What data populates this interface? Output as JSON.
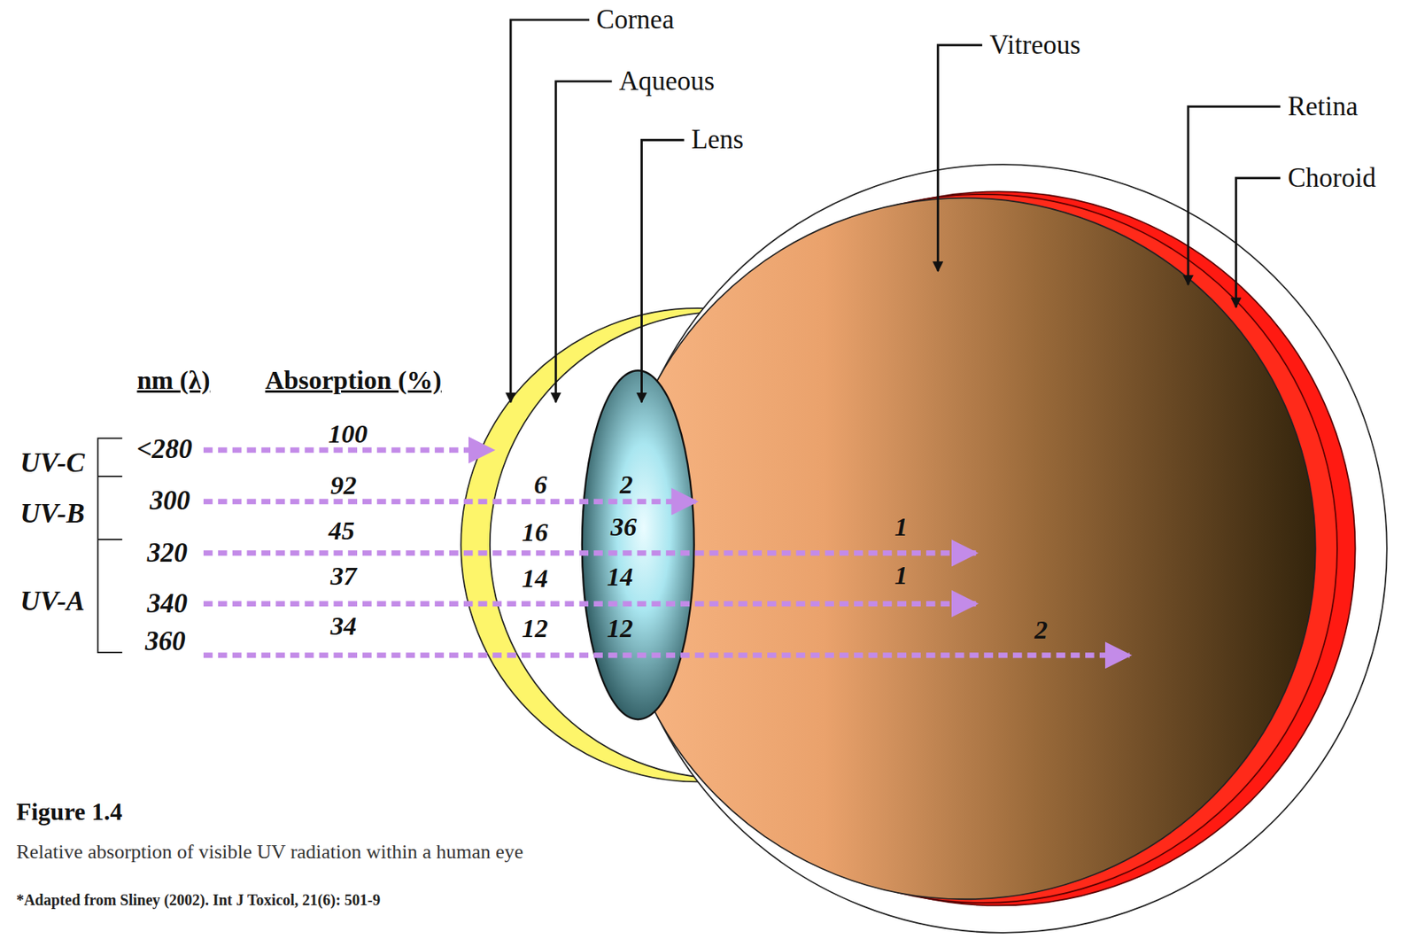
{
  "diagram": {
    "title": "Figure 1.4",
    "caption": "Relative absorption of visible UV radiation within a human eye",
    "labels": [
      "Cornea",
      "Aqueous",
      "Lens",
      "Vitreous",
      "Retina",
      "Choroid",
      "nm (λ)",
      "Absorption (%)",
      "UV-C",
      "UV-B",
      "UV-A",
      "<280",
      "300",
      "320",
      "340",
      "360",
      "100",
      "92",
      "6",
      "2",
      "45",
      "16",
      "36",
      "1",
      "37",
      "14",
      "14",
      "1",
      "34",
      "12",
      "12",
      "2",
      "*Adapted from Sliney (2002). Int J Toxicol, 21(6): 501-9"
    ]
  }
}
